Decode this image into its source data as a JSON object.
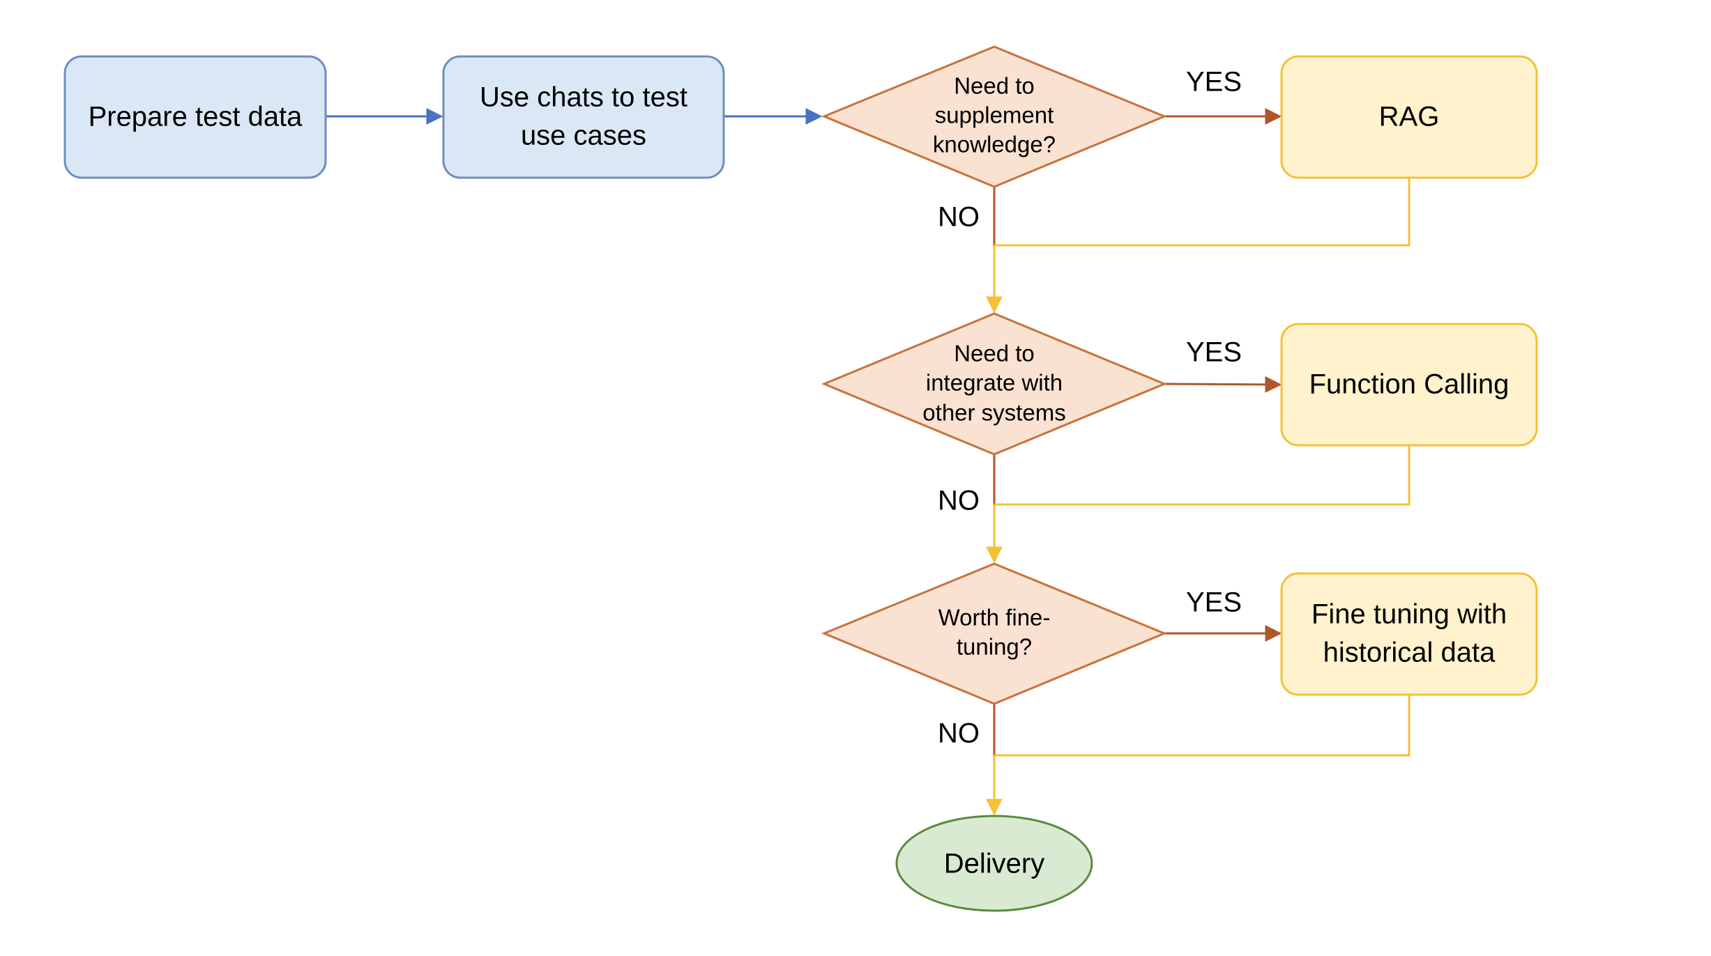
{
  "nodes": {
    "prepare": {
      "label": "Prepare test data"
    },
    "use_chats": {
      "label_line1": "Use chats to test",
      "label_line2": "use cases"
    },
    "decision_knowledge": {
      "line1": "Need to",
      "line2": "supplement",
      "line3": "knowledge?"
    },
    "rag": {
      "label": "RAG"
    },
    "decision_integrate": {
      "line1": "Need to",
      "line2": "integrate with",
      "line3": "other systems"
    },
    "function_calling": {
      "label": "Function Calling"
    },
    "decision_finetune": {
      "line1": "Worth fine-",
      "line2": "tuning?"
    },
    "fine_tuning": {
      "label_line1": "Fine tuning with",
      "label_line2": "historical data"
    },
    "delivery": {
      "label": "Delivery"
    }
  },
  "edge_labels": {
    "yes_1": "YES",
    "no_1": "NO",
    "yes_2": "YES",
    "no_2": "NO",
    "yes_3": "YES",
    "no_3": "NO"
  },
  "colors": {
    "blue_fill": "#DAE8F5",
    "blue_stroke": "#6C8EBF",
    "blue_arrow": "#4A72C0",
    "diamond_fill": "#FAE2D2",
    "diamond_stroke": "#C8713A",
    "brown_arrow": "#B0562A",
    "yellow_fill": "#FFF2CC",
    "yellow_stroke": "#F5C033",
    "yellow_line": "#F5C033",
    "green_fill": "#D9EAD3",
    "green_stroke": "#5A8A3C"
  }
}
